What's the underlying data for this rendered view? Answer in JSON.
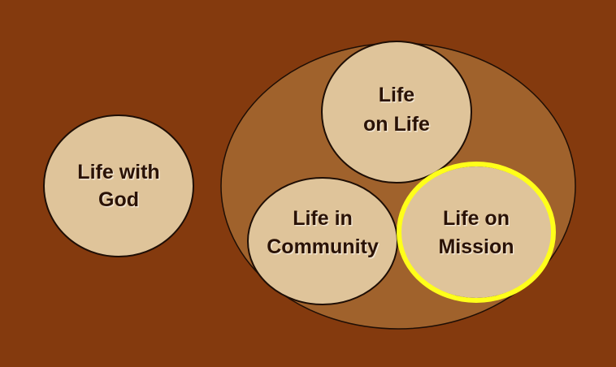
{
  "colors": {
    "background": "#843a0e",
    "group_fill": "#a0622c",
    "circle_fill": "#dfc49a",
    "outline": "#1e0e05",
    "highlight": "#ffff1a",
    "text": "#2a1206"
  },
  "nodes": {
    "life_with_god": {
      "line1": "Life with",
      "line2": "God"
    },
    "life_on_life": {
      "line1": "Life",
      "line2": "on Life"
    },
    "life_in_community": {
      "line1": "Life in",
      "line2": "Community"
    },
    "life_on_mission": {
      "line1": "Life on",
      "line2": "Mission",
      "highlighted": true
    }
  }
}
